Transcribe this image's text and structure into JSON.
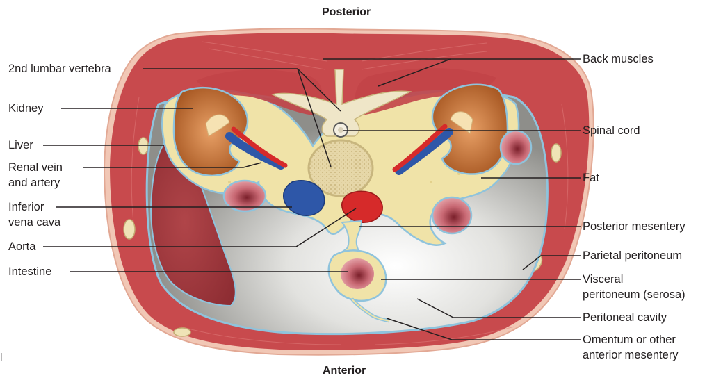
{
  "figure": {
    "orientation": {
      "top": "Posterior",
      "bottom": "Anterior"
    },
    "left_labels": {
      "vertebra": "2nd lumbar vertebra",
      "kidney": "Kidney",
      "liver": "Liver",
      "renal_vessels_line1": "Renal vein",
      "renal_vessels_line2": "and artery",
      "ivc_line1": "Inferior",
      "ivc_line2": "vena cava",
      "aorta": "Aorta",
      "intestine": "Intestine"
    },
    "right_labels": {
      "back_muscles": "Back muscles",
      "spinal_cord": "Spinal cord",
      "fat": "Fat",
      "posterior_mesentery": "Posterior mesentery",
      "parietal_peritoneum": "Parietal peritoneum",
      "visceral_line1": "Visceral",
      "visceral_line2": "peritoneum (serosa)",
      "peritoneal_cavity": "Peritoneal cavity",
      "omentum_line1": "Omentum or other",
      "omentum_line2": "anterior mesentery"
    },
    "margin_mark": "l",
    "colors": {
      "muscle": "#c8464a",
      "fat": "#f0e3a8",
      "membrane": "#8fc3dc",
      "cavity": "#b9b9b6",
      "vein": "#2e57a8",
      "artery": "#d62a2a",
      "kidney": "#b5652a",
      "bone": "#ece4c4",
      "leader_line": "#231f20"
    }
  }
}
